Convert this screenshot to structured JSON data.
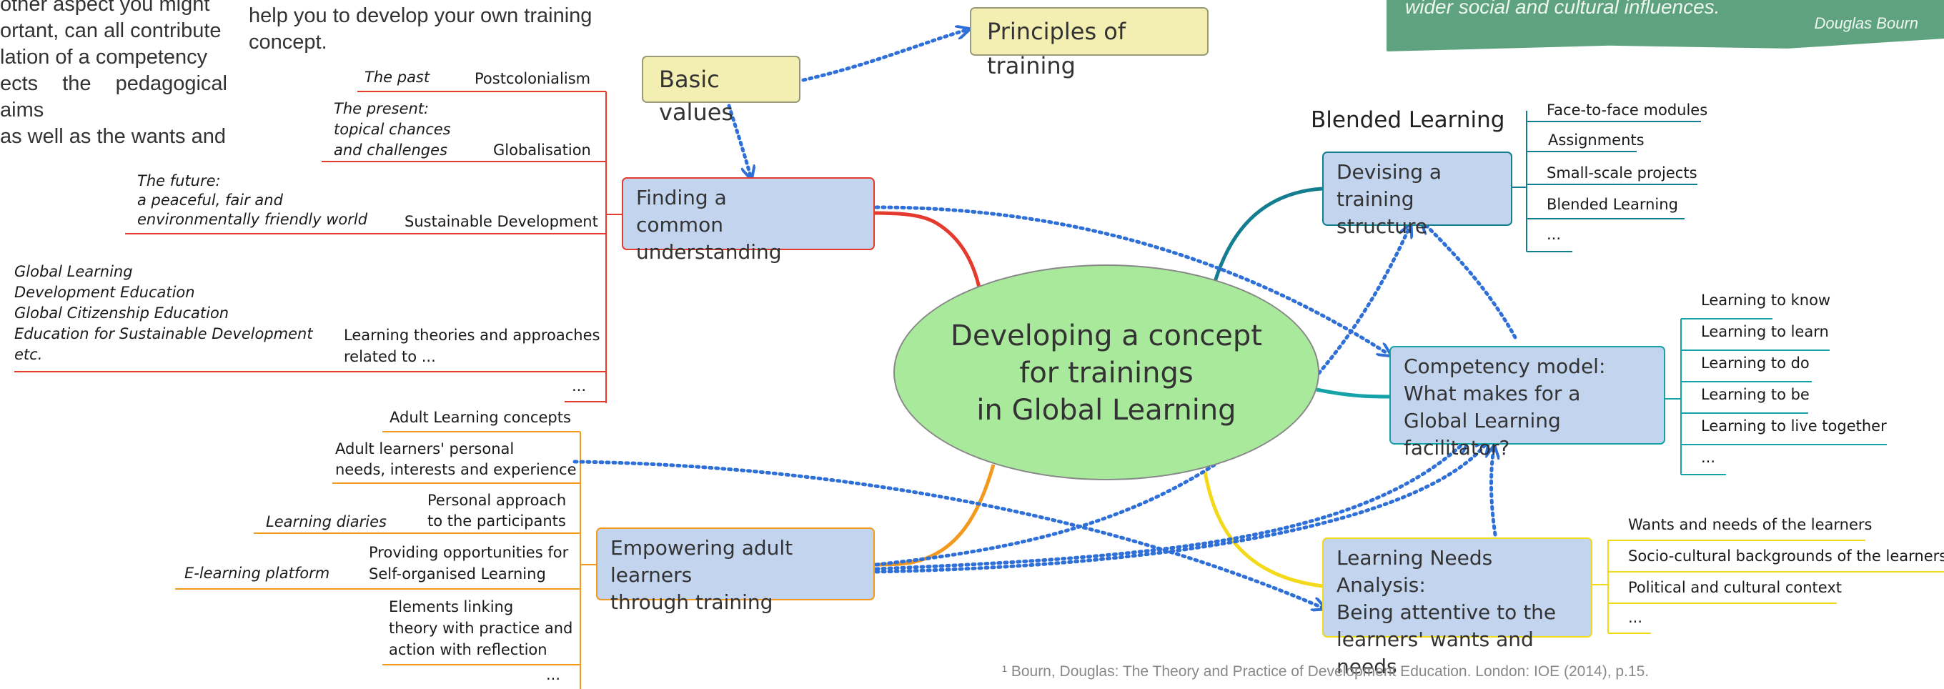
{
  "intro_left": [
    "other aspect you might",
    "ortant, can all contribute",
    "lation of a competency",
    "ects the pedagogical aims",
    "as well as the wants and"
  ],
  "intro_mid": [
    "help you to develop your own training",
    "concept."
  ],
  "quote": {
    "text": "wider social and cultural influences.",
    "author": "Douglas Bourn"
  },
  "center": {
    "lines": [
      "Developing a concept",
      "for trainings",
      "in Global Learning"
    ]
  },
  "principles": "Principles of training",
  "basic_values": "Basic values",
  "finding": {
    "lines": [
      "Finding a",
      "common understanding"
    ]
  },
  "finding_branches": {
    "past_label": "The past",
    "postcolonialism": "Postcolonialism",
    "present_lines": [
      "The present:",
      "topical chances",
      "and challenges"
    ],
    "globalisation": "Globalisation",
    "future_lines": [
      "The future:",
      "a peaceful, fair and",
      "environmentally friendly world"
    ],
    "sustainable": "Sustainable Development",
    "gl_lines": [
      "Global Learning",
      "Development Education",
      "Global Citizenship Education",
      "Education for Sustainable Development",
      "etc."
    ],
    "theories_lines": [
      "Learning theories and approaches",
      "related to ..."
    ],
    "more": "..."
  },
  "blended_title": "Blended Learning",
  "devising": {
    "lines": [
      "Devising a",
      "training structure"
    ]
  },
  "devising_items": [
    "Face-to-face modules",
    "Assignments",
    "Small-scale projects",
    "Blended Learning",
    "..."
  ],
  "competency": {
    "lines": [
      "Competency model:",
      "What makes for a",
      "Global Learning facilitator?"
    ]
  },
  "competency_items": [
    "Learning to know",
    "Learning to learn",
    "Learning to do",
    "Learning to be",
    "Learning to live together",
    "..."
  ],
  "needs": {
    "lines": [
      "Learning Needs Analysis:",
      "Being attentive to the",
      "learners' wants and needs"
    ]
  },
  "needs_items": [
    "Wants and needs of the learners",
    "Socio-cultural backgrounds of the learners",
    "Political and cultural context",
    "..."
  ],
  "empowering": {
    "lines": [
      "Empowering adult learners",
      "through training"
    ]
  },
  "empowering_items": {
    "adult_concepts": "Adult Learning concepts",
    "personal_needs_lines": [
      "Adult learners' personal",
      "needs, interests and experience"
    ],
    "diaries": "Learning diaries",
    "personal_approach_lines": [
      "Personal approach",
      "to the participants"
    ],
    "elearning": "E-learning platform",
    "providing_lines": [
      "Providing opportunities for",
      "Self-organised Learning"
    ],
    "elements_lines": [
      "Elements linking",
      "theory with practice and",
      "action with reflection"
    ],
    "more": "..."
  },
  "footnote": "¹  Bourn, Douglas: The Theory and Practice of Development Education. London: IOE (2014), p.15.",
  "colors": {
    "red": "#e53a2e",
    "orange": "#f39a1e",
    "teal": "#13a3a8",
    "darkteal": "#137e8f",
    "yellow": "#f3d91a",
    "blue": "#2e6fd8",
    "ellipse": "#a9e99b",
    "box": "#c2d4ee"
  }
}
